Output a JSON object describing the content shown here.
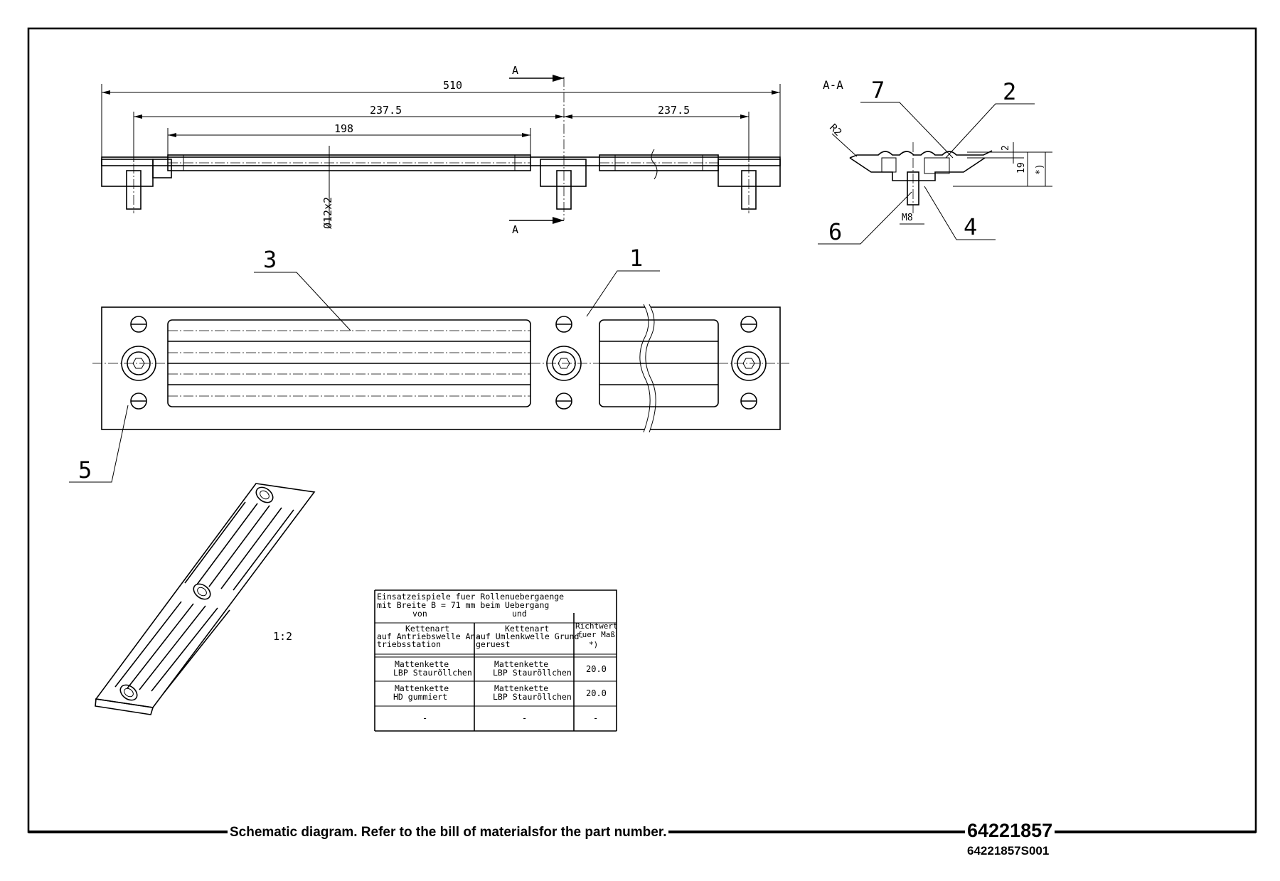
{
  "footer": {
    "note": "Schematic diagram. Refer to the bill of materialsfor the part number.",
    "part_number": "64221857",
    "sheet_number": "64221857S001"
  },
  "front_view": {
    "dim_overall": "510",
    "dim_left": "237.5",
    "dim_right": "237.5",
    "dim_tube": "198",
    "dim_tube_diameter": "Ø12x2",
    "section_marker_top": "A",
    "section_marker_bottom": "A"
  },
  "section_view": {
    "title": "A-A",
    "radius": "R2",
    "dim_2": "2",
    "dim_19": "19",
    "dim_star": "*)",
    "thread": "M8"
  },
  "part_labels": [
    "1",
    "2",
    "3",
    "4",
    "5",
    "6",
    "7"
  ],
  "scale": "1:2",
  "table": {
    "title_lines": [
      "Einsatzeispiele fuer Rollenuebergaenge",
      "mit Breite B = 71 mm beim Uebergang",
      "von",
      "und"
    ],
    "headers": {
      "col1": [
        "Kettenart",
        "auf Antriebswelle An-",
        "triebsstation"
      ],
      "col2": [
        "Kettenart",
        "auf Umlenkwelle Grund-",
        "geruest"
      ],
      "col3": [
        "Richtwert",
        "fuer Maß",
        "*)"
      ]
    },
    "rows": [
      {
        "c1a": "Mattenkette",
        "c1b": "LBP    Staurõllchen",
        "c2a": "Mattenkette",
        "c2b": "LBP    Staurõllchen",
        "value": "20.0"
      },
      {
        "c1a": "Mattenkette",
        "c1b": "HD      gummiert",
        "c2a": "Mattenkette",
        "c2b": "LBP    Staurõllchen",
        "value": "20.0"
      },
      {
        "c1a": "-",
        "c1b": "",
        "c2a": "-",
        "c2b": "",
        "value": "-"
      }
    ]
  }
}
